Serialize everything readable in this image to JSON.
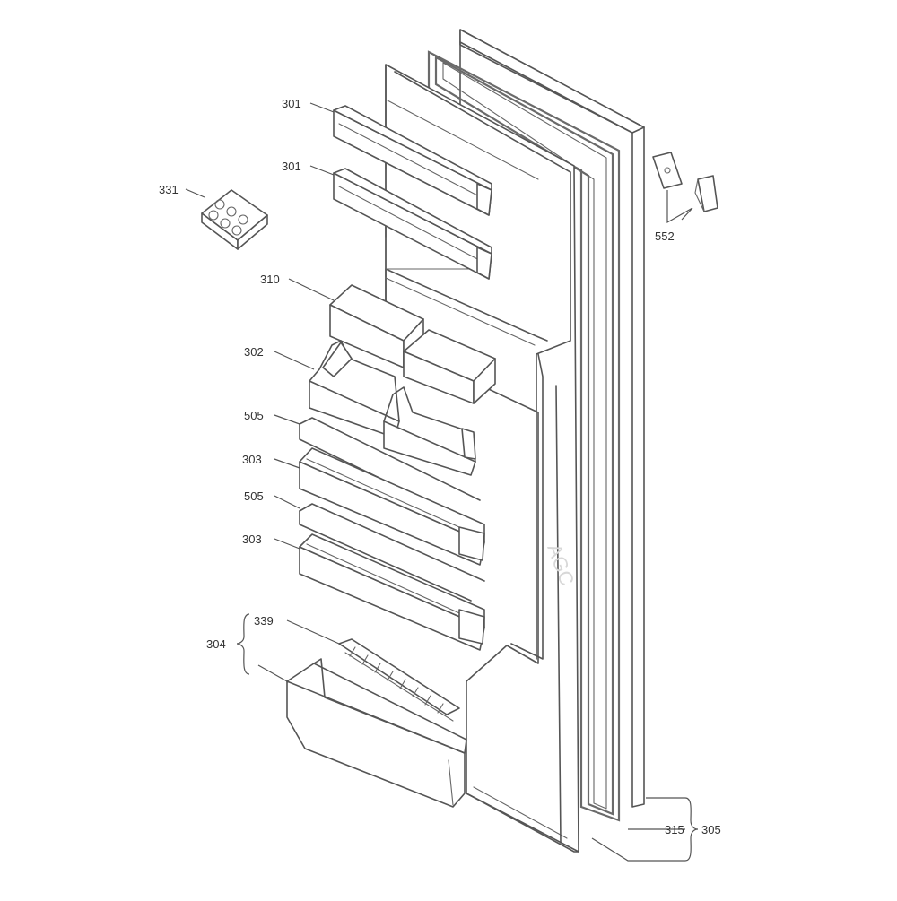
{
  "diagram": {
    "colors": {
      "line": "#555555",
      "label": "#333333",
      "background": "#ffffff",
      "watermark": "#d8d8d8"
    },
    "labels": {
      "shelf_top": "301",
      "shelf_second": "301",
      "egg_tray": "331",
      "hinge_parts": "552",
      "dairy_lid": "310",
      "small_bins": "302",
      "bar_upper": "505",
      "shelf_upper": "303",
      "bar_lower": "505",
      "shelf_lower": "303",
      "bottle_group": "304",
      "bottle_divider": "339",
      "gasket": "315",
      "door_assembly": "305"
    },
    "watermark": "AGC"
  }
}
